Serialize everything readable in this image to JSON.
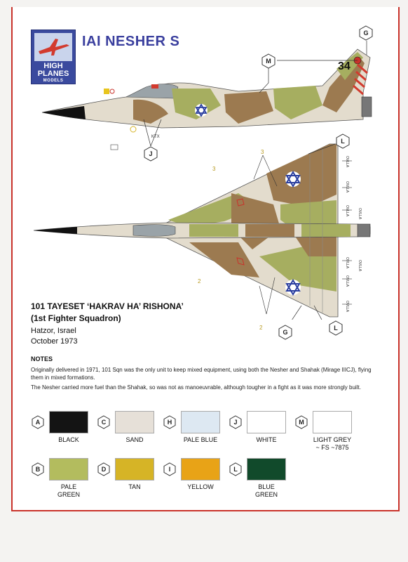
{
  "header": {
    "title": "IAI NESHER S",
    "logo": {
      "line1": "HIGH",
      "line2": "PLANES",
      "line3": "MODELS"
    }
  },
  "profile": {
    "tail_number": "34",
    "callouts": {
      "g_top": "G",
      "m_top": "M",
      "j_side": "J"
    }
  },
  "planform": {
    "callouts": {
      "l_top": "L",
      "g_bottom": "G",
      "l_bottom": "L"
    },
    "color_numbers": {
      "n3a": "3",
      "n3b": "3",
      "n2a": "2",
      "n2b": "2"
    },
    "stencils": [
      "OVLLA",
      "OVLLA",
      "OVLLA",
      "OVLLA",
      "OVLLA",
      "OVLLA",
      "OVLLA",
      "OVLLA"
    ]
  },
  "subject": {
    "unit_name": "101 TAYESET ‘HAKRAV HA’ RISHONA’",
    "unit_translation": "(1st Fighter Squadron)",
    "base": "Hatzor, Israel",
    "date": "October 1973"
  },
  "notes": {
    "heading": "NOTES",
    "p1": "Originally delivered in 1971, 101 Sqn was the only unit to keep mixed equipment, using both the Nesher and Shahak (Mirage IIICJ), flying them in mixed formations.",
    "p2": "The Nesher carried more fuel than the Shahak, so was not as manoeuvrable, although tougher in a fight as it was more strongly built."
  },
  "swatches": [
    {
      "code": "A",
      "name": "BLACK",
      "color": "#141414"
    },
    {
      "code": "C",
      "name": "SAND",
      "color": "#e6e0d8"
    },
    {
      "code": "H",
      "name": "PALE BLUE",
      "color": "#dde8f2"
    },
    {
      "code": "J",
      "name": "WHITE",
      "color": "#ffffff"
    },
    {
      "code": "M",
      "name": "LIGHT GREY",
      "name2": "~ FS ~7875",
      "color": "#ffffff"
    },
    {
      "code": "B",
      "name": "PALE",
      "name2": "GREEN",
      "color": "#b3bc5e"
    },
    {
      "code": "D",
      "name": "TAN",
      "color": "#d6b426"
    },
    {
      "code": "I",
      "name": "YELLOW",
      "color": "#e8a317"
    },
    {
      "code": "L",
      "name": "BLUE",
      "name2": "GREEN",
      "color": "#114a2b"
    }
  ],
  "colors": {
    "accent_red": "#c9322a",
    "title_blue": "#3a3f9e",
    "camo_sand": "#e3dccd",
    "camo_brown": "#9c7a50",
    "camo_green": "#a6ae60"
  }
}
